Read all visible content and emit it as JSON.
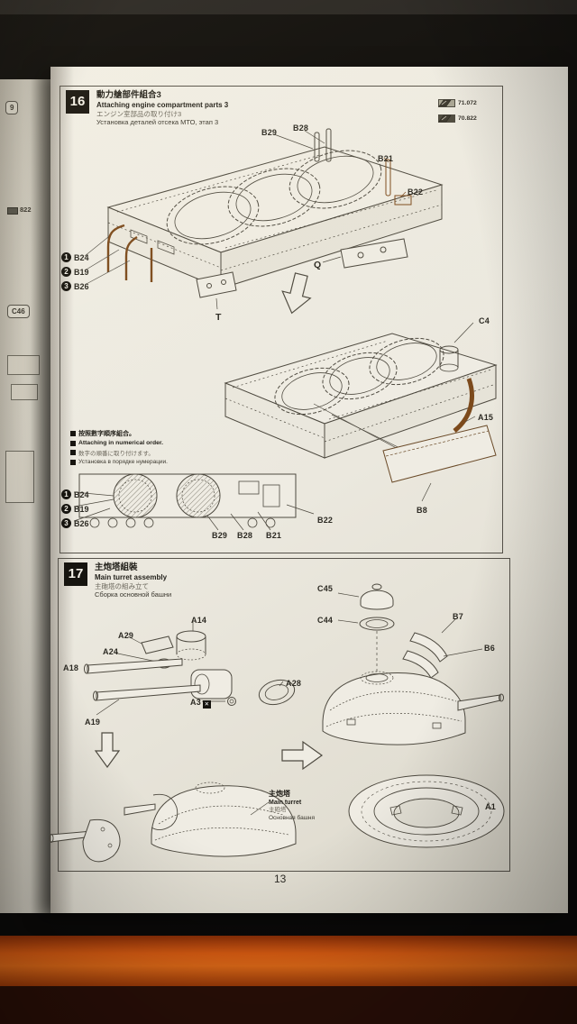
{
  "page": {
    "number": "13"
  },
  "left_page": {
    "frag1": "9",
    "frag2": "822",
    "frag3": "C46"
  },
  "paints": [
    {
      "code": "71.072",
      "chip": "#a8a594"
    },
    {
      "code": "70.822",
      "chip": "#4b483d"
    }
  ],
  "step16": {
    "num": "16",
    "title_zh": "動力艙部件組合3",
    "title_en": "Attaching engine compartment parts 3",
    "title_ja": "エンジン室部品の取り付け3",
    "title_ru": "Установка деталей отсека МТО, этап 3",
    "top_labels": {
      "b29": "B29",
      "b28": "B28",
      "b21": "B21",
      "b22": "B22",
      "q": "Q",
      "t": "T"
    },
    "order": [
      {
        "n": "1",
        "p": "B24"
      },
      {
        "n": "2",
        "p": "B19"
      },
      {
        "n": "3",
        "p": "B26"
      }
    ],
    "mid_labels": {
      "c4": "C4",
      "a15": "A15",
      "b8": "B8"
    },
    "bottom_labels": {
      "b22": "B22",
      "b29": "B29",
      "b28": "B28",
      "b21": "B21"
    },
    "note_zh": "按照數字順序組合。",
    "note_en": "Attaching in numerical order.",
    "note_ja": "数字の順番に取り付けます。",
    "note_ru": "Установка в порядке нумерации."
  },
  "step17": {
    "num": "17",
    "title_zh": "主炮塔組裝",
    "title_en": "Main turret assembly",
    "title_ja": "主砲塔の組み立て",
    "title_ru": "Сборка основной башни",
    "labels": {
      "c45": "C45",
      "c44": "C44",
      "b7": "B7",
      "b6": "B6",
      "a14": "A14",
      "a29": "A29",
      "a24": "A24",
      "a18": "A18",
      "a28": "A28",
      "a3": "A3",
      "a19": "A19",
      "a1": "A1"
    },
    "note_zh": "主炮塔",
    "note_en": "Main turret",
    "note_ja": "主砲塔",
    "note_ru": "Основная башня"
  }
}
